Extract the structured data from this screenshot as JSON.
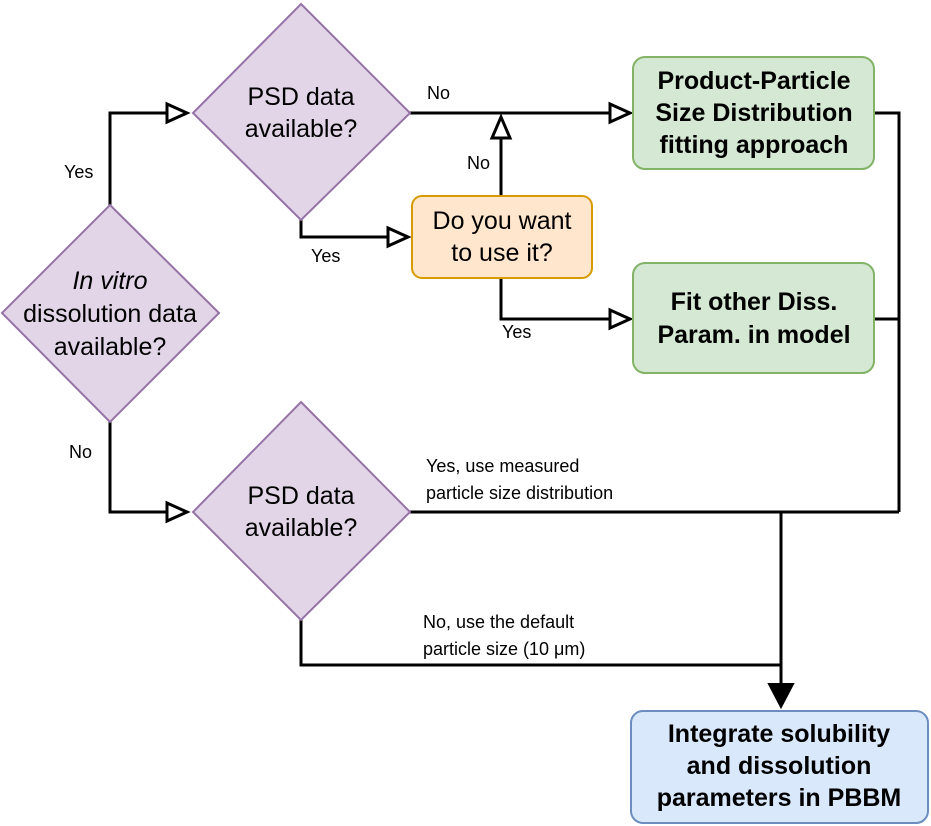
{
  "nodes": {
    "invitro": {
      "line1": "In vitro",
      "line2": "dissolution data",
      "line3": "available?",
      "fill": "#e1d5e7",
      "stroke": "#9673a6"
    },
    "psd_top": {
      "line1": "PSD data",
      "line2": "available?"
    },
    "psd_bottom": {
      "line1": "PSD data",
      "line2": "available?"
    },
    "use_it": {
      "line1": "Do you want",
      "line2": "to use it?",
      "fill": "#ffe6cc",
      "stroke": "#d79b00"
    },
    "fitting": {
      "line1": "Product-Particle",
      "line2": "Size Distribution",
      "line3": "fitting approach",
      "fill": "#d5e8d4",
      "stroke": "#82b366"
    },
    "fit_other": {
      "line1": "Fit other Diss.",
      "line2": "Param. in model"
    },
    "integrate": {
      "line1": "Integrate solubility",
      "line2": "and dissolution",
      "line3": "parameters in PBBM",
      "fill": "#dae8fc",
      "stroke": "#6c8ebf"
    }
  },
  "edges": {
    "invitro_yes": "Yes",
    "invitro_no": "No",
    "psd_top_no": "No",
    "psd_top_yes": "Yes",
    "use_it_no": "No",
    "use_it_yes": "Yes",
    "psd_bottom_yes_line1": "Yes, use measured",
    "psd_bottom_yes_line2": "particle size distribution",
    "psd_bottom_no_line1": "No, use the default",
    "psd_bottom_no_line2": "particle size (10 μm)"
  }
}
